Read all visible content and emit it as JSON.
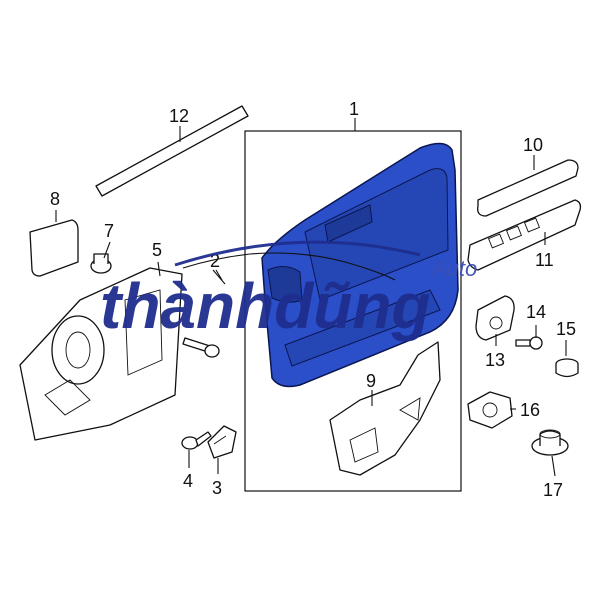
{
  "diagram": {
    "callouts": [
      "1",
      "2",
      "3",
      "4",
      "5",
      "7",
      "8",
      "9",
      "10",
      "11",
      "12",
      "13",
      "14",
      "15",
      "16",
      "17"
    ],
    "panel_color": "#2b4fc9",
    "watermark": {
      "brand": "thànhdũng",
      "sub": "Auto",
      "color": "#1f2e8f"
    }
  }
}
